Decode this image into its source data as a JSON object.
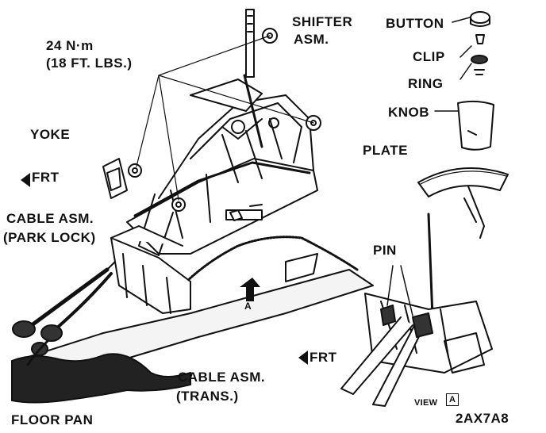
{
  "labels": {
    "torque_line1": "24 N·m",
    "torque_line2": "(18 FT. LBS.)",
    "shifter_line1": "SHIFTER",
    "shifter_line2": "ASM.",
    "button": "BUTTON",
    "clip": "CLIP",
    "ring": "RING",
    "knob": "KNOB",
    "yoke": "YOKE",
    "frt_main": "FRT",
    "frt_view": "FRT",
    "plate": "PLATE",
    "cable_park_line1": "CABLE ASM.",
    "cable_park_line2": "(PARK LOCK)",
    "pin": "PIN",
    "view_a_arrow": "A",
    "cable_trans_line1": "CABLE ASM.",
    "cable_trans_line2": "(TRANS.)",
    "view_text": "VIEW",
    "view_letter": "A",
    "floor_pan": "FLOOR PAN",
    "figure_code": "2AX7A8"
  },
  "colors": {
    "ink": "#111111",
    "paper": "#ffffff"
  }
}
